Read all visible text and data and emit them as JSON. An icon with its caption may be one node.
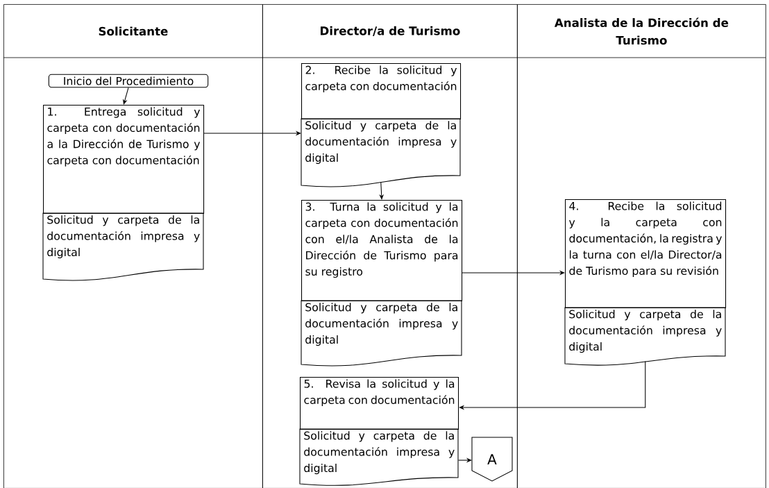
{
  "diagram": {
    "nodes": [
      {
        "text": [
          "Solicitante"
        ]
      },
      {
        "text": [
          "Director/a de Turismo"
        ]
      },
      {
        "text": [
          "Analista de la Dirección de Turismo"
        ]
      },
      {
        "text": [
          "Inicio del Procedimiento"
        ],
        "in": 0
      },
      {
        "text": [
          "1. Entrega solicitud y carpeta con documentación a la Dirección de Turismo y carpeta con documentación"
        ],
        "in": 0
      },
      {
        "text": [
          "Solicitud y carpeta de la documentación impresa y digital"
        ],
        "in": 0
      },
      {
        "text": [
          "2. Recibe la solicitud y carpeta con documentación"
        ],
        "in": 1
      },
      {
        "text": [
          "Solicitud y carpeta de la documentación impresa y digital"
        ],
        "in": 1
      },
      {
        "text": [
          "3. Turna la solicitud y la carpeta con documentación con el/la Analista de la Dirección de Turismo para su registro"
        ],
        "in": 1
      },
      {
        "text": [
          "Solicitud y carpeta de la documentación impresa y digital"
        ],
        "in": 1
      },
      {
        "text": [
          "4. Recibe la solicitud y la carpeta con documentación, la registra y la turna con el/la Director/a de Turismo para su revisión"
        ],
        "in": 2
      },
      {
        "text": [
          "Solicitud y carpeta de la documentación impresa y digital"
        ],
        "in": 2
      },
      {
        "text": [
          "5. Revisa la solicitud y la carpeta con documentación"
        ],
        "in": 1
      },
      {
        "text": [
          "Solicitud y carpeta de la documentación impresa y digital"
        ],
        "in": 1
      },
      {
        "text": [
          "A"
        ],
        "in": 1
      }
    ],
    "edges": [
      {
        "from": 3,
        "to": 4,
        "arrow": "to"
      },
      {
        "from": 4,
        "to": 7,
        "arrow": "to"
      },
      {
        "from": 7,
        "to": 8,
        "arrow": "to"
      },
      {
        "from": 8,
        "to": 10,
        "arrow": "to"
      },
      {
        "from": 11,
        "to": 12,
        "arrow": "to"
      },
      {
        "from": 13,
        "to": 14,
        "arrow": "to"
      }
    ]
  }
}
